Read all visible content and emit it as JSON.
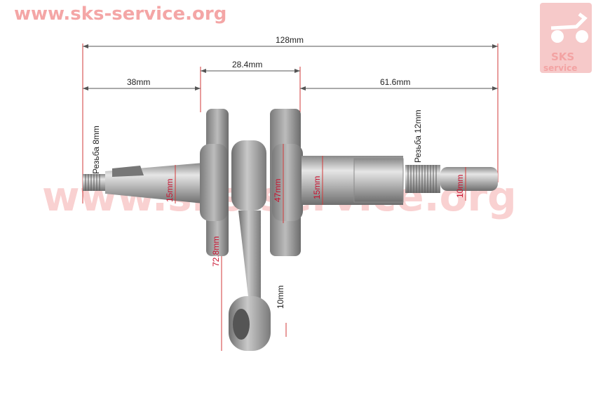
{
  "watermark": {
    "url_top": "www.sks-service.org",
    "url_center": "www.sks-service.org"
  },
  "logo": {
    "line1": "SKS",
    "line2": "service"
  },
  "dimensions": {
    "overall_length": "128mm",
    "left_shaft": "38mm",
    "web_spacing": "28.4mm",
    "right_shaft": "61.6mm",
    "left_thread": "Резьба 8mm",
    "right_thread": "Резьба 12mm",
    "left_journal_dia": "15mm",
    "web_dia": "47mm",
    "right_journal_dia": "15mm",
    "end_dia": "10mm",
    "rod_length": "72.8mm",
    "small_end": "10mm"
  },
  "colors": {
    "dimension_line": "#d23a3a",
    "metal": "#9a9a9a",
    "watermark": "#f4a6a6"
  }
}
